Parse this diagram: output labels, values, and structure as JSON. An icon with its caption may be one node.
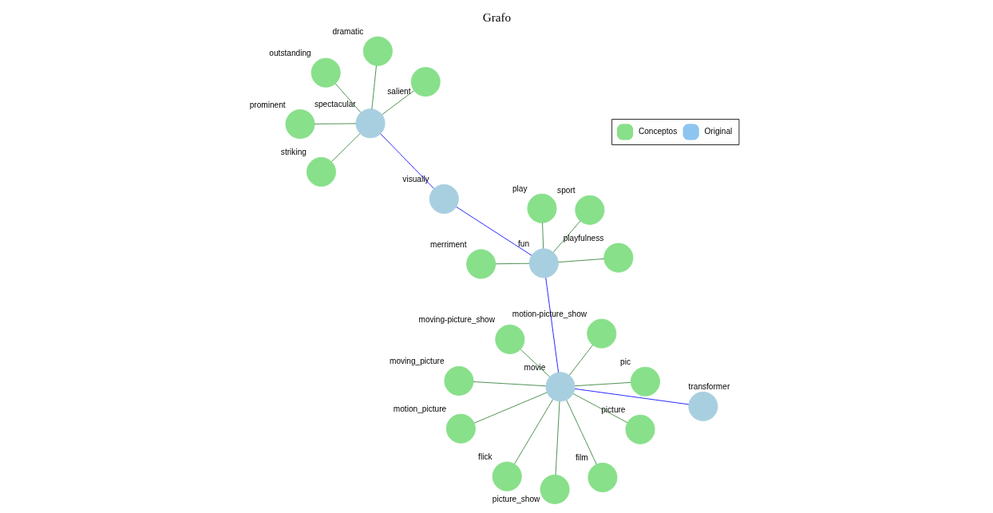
{
  "diagram": {
    "title": "Grafo",
    "nodes": [
      {
        "text": [
          "movie"
        ]
      },
      {
        "text": [
          "fun"
        ]
      },
      {
        "text": [
          "visually"
        ]
      },
      {
        "text": [
          "spectacular"
        ]
      },
      {
        "text": [
          "transformer"
        ]
      },
      {
        "text": [
          "moving-picture_show"
        ]
      },
      {
        "text": [
          "motion_picture"
        ]
      },
      {
        "text": [
          "picture"
        ]
      },
      {
        "text": [
          "flick"
        ]
      },
      {
        "text": [
          "film"
        ]
      },
      {
        "text": [
          "picture_show"
        ]
      },
      {
        "text": [
          "moving_picture"
        ]
      },
      {
        "text": [
          "pic"
        ]
      },
      {
        "text": [
          "motion-picture_show"
        ]
      },
      {
        "text": [
          "sport"
        ]
      },
      {
        "text": [
          "merriment"
        ]
      },
      {
        "text": [
          "playfulness"
        ]
      },
      {
        "text": [
          "play"
        ]
      },
      {
        "text": [
          "prominent"
        ]
      },
      {
        "text": [
          "outstanding"
        ]
      },
      {
        "text": [
          "salient"
        ]
      },
      {
        "text": [
          "striking"
        ]
      },
      {
        "text": [
          "dramatic"
        ]
      }
    ],
    "edges": [
      {
        "from": 4,
        "to": 0,
        "arrow": "none",
        "color": "#0000ff"
      },
      {
        "from": 0,
        "to": 1,
        "arrow": "none",
        "color": "#0000ff"
      },
      {
        "from": 1,
        "to": 2,
        "arrow": "none",
        "color": "#0000ff"
      },
      {
        "from": 2,
        "to": 3,
        "arrow": "none",
        "color": "#0000ff"
      },
      {
        "from": 0,
        "to": 5,
        "arrow": "none"
      },
      {
        "from": 0,
        "to": 6,
        "arrow": "none"
      },
      {
        "from": 0,
        "to": 7,
        "arrow": "none"
      },
      {
        "from": 0,
        "to": 8,
        "arrow": "none"
      },
      {
        "from": 0,
        "to": 9,
        "arrow": "none"
      },
      {
        "from": 0,
        "to": 10,
        "arrow": "none"
      },
      {
        "from": 0,
        "to": 11,
        "arrow": "none"
      },
      {
        "from": 0,
        "to": 12,
        "arrow": "none"
      },
      {
        "from": 0,
        "to": 13,
        "arrow": "none"
      },
      {
        "from": 1,
        "to": 14,
        "arrow": "none"
      },
      {
        "from": 1,
        "to": 15,
        "arrow": "none"
      },
      {
        "from": 1,
        "to": 16,
        "arrow": "none"
      },
      {
        "from": 1,
        "to": 17,
        "arrow": "none"
      },
      {
        "from": 3,
        "to": 18,
        "arrow": "none"
      },
      {
        "from": 3,
        "to": 19,
        "arrow": "none"
      },
      {
        "from": 3,
        "to": 20,
        "arrow": "none"
      },
      {
        "from": 3,
        "to": 21,
        "arrow": "none"
      },
      {
        "from": 3,
        "to": 22,
        "arrow": "none"
      }
    ],
    "legend": [
      {
        "text": "Conceptos",
        "color": "#88e08a"
      },
      {
        "text": "Original",
        "color": "#8ec5f0"
      }
    ]
  }
}
